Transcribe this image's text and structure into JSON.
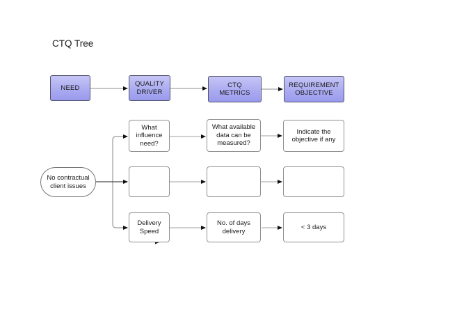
{
  "title": "CTQ Tree",
  "palette": {
    "header_fill_top": "#c6c6f6",
    "header_fill_bottom": "#9a9aee",
    "header_border": "#50506a",
    "node_border": "#909090",
    "connector_light": "#b3b3b3",
    "connector_tree": "#9a9a9a",
    "connector_dark": "#4d4d4d",
    "arrowhead": "#111111",
    "text": "#1a1a1a"
  },
  "header": [
    {
      "label": "NEED"
    },
    {
      "label": "QUALITY DRIVER"
    },
    {
      "label": "CTQ METRICS"
    },
    {
      "label": "REQUIREMENT OBJECTIVE"
    }
  ],
  "root": {
    "label": "No contractual client issues"
  },
  "rows": [
    {
      "driver": "What influence need?",
      "metric": "What available data can be measured?",
      "objective": "Indicate the objective if any"
    },
    {
      "driver": "",
      "metric": "",
      "objective": ""
    },
    {
      "driver": "Delivery Speed",
      "metric": "No. of days delivery",
      "objective": "< 3 days"
    }
  ]
}
